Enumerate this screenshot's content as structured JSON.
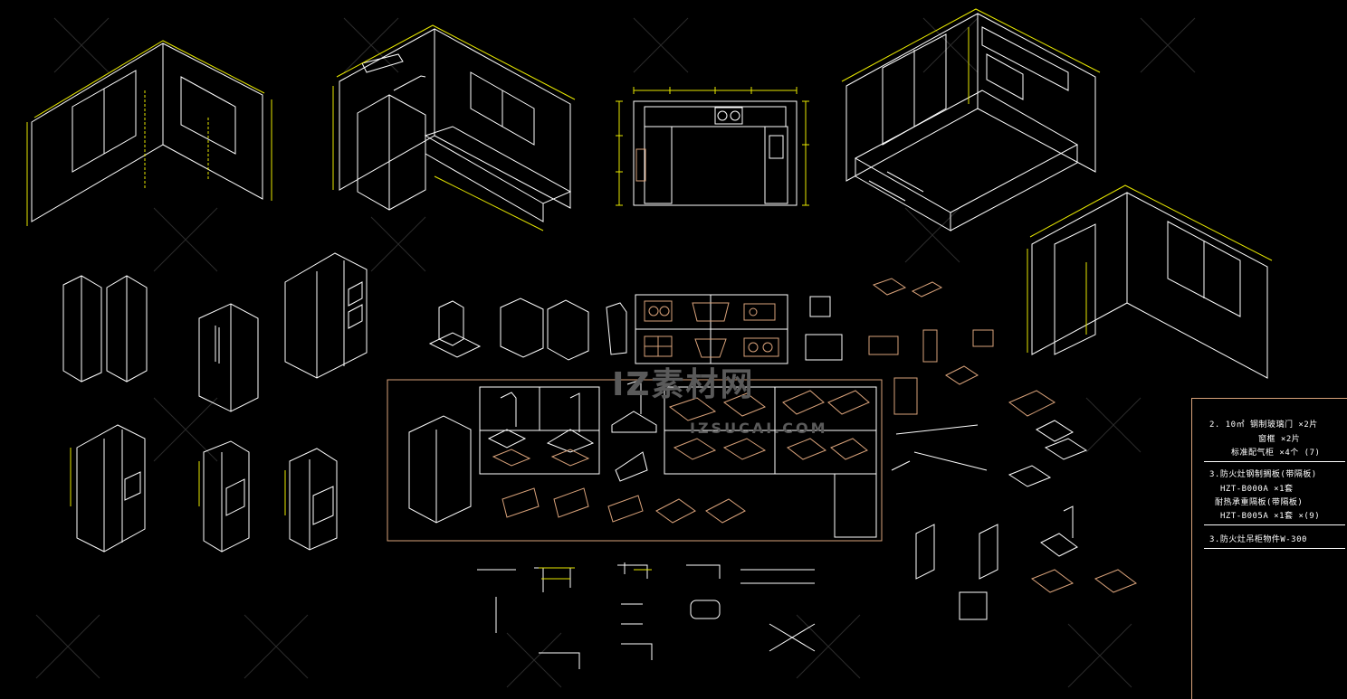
{
  "colors": {
    "background": "#000000",
    "lines_white": "#ffffff",
    "dimensions_yellow": "#e8e800",
    "furniture_orange": "#d9a27a",
    "watermark_gray": "#5a5a5a"
  },
  "watermark": {
    "brand_cn": "IZ素材网",
    "brand_en": "IZSUCAI.COM"
  },
  "legend": {
    "lines": [
      "2. 10㎡ 钢制玻璃门 ×2片",
      "窗框    ×2片",
      "标准配气柜  ×4个 (7)",
      "3.防火灶钢制搁板(带隔板)",
      "HZT-B000A    ×1套",
      "耐热承重隔板(带隔板)",
      "HZT-B005A   ×1套  ×(9)",
      "3.防火灶吊柜物件W-300"
    ]
  }
}
